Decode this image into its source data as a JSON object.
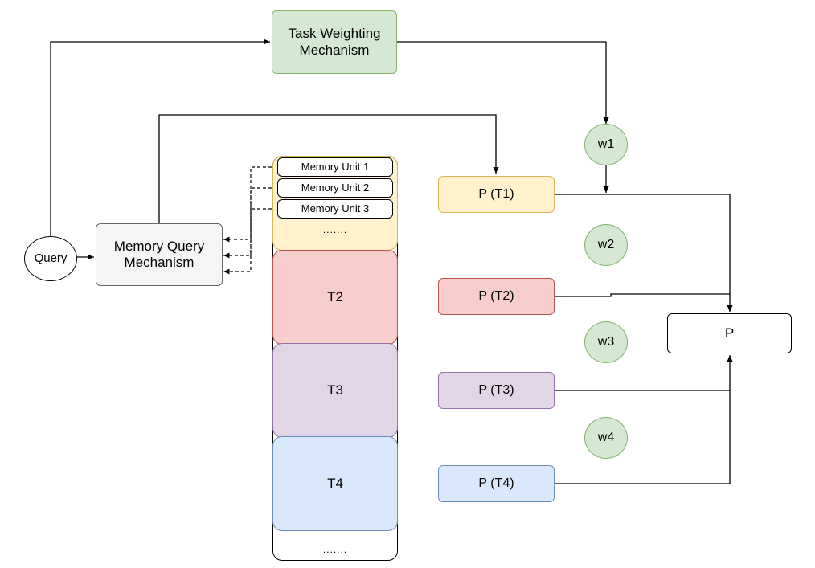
{
  "nodes": {
    "query": {
      "label": "Query"
    },
    "memory_query": {
      "label": "Memory Query\nMechanism"
    },
    "task_weighting": {
      "label": "Task Weighting\nMechanism"
    },
    "memory_units": [
      "Memory Unit 1",
      "Memory Unit 2",
      "Memory Unit 3"
    ],
    "t1_ellipsis": ".......",
    "tasks": [
      "T2",
      "T3",
      "T4"
    ],
    "stack_ellipsis": ".......",
    "predictions": [
      "P (T1)",
      "P (T2)",
      "P (T3)",
      "P (T4)"
    ],
    "weights": [
      "w1",
      "w2",
      "w3",
      "w4"
    ],
    "output": {
      "label": "P"
    }
  },
  "colors": {
    "yellow_fill": "#fff2cc",
    "yellow_stroke": "#d6b656",
    "red_fill": "#f8cecc",
    "red_stroke": "#b85450",
    "purple_fill": "#e1d5e7",
    "purple_stroke": "#9673a6",
    "blue_fill": "#dae8fc",
    "blue_stroke": "#6c8ebf",
    "green_fill": "#d5e8d4",
    "green_stroke": "#82b366",
    "gray_fill": "#f5f5f5",
    "gray_stroke": "#666666",
    "line": "#000000"
  }
}
